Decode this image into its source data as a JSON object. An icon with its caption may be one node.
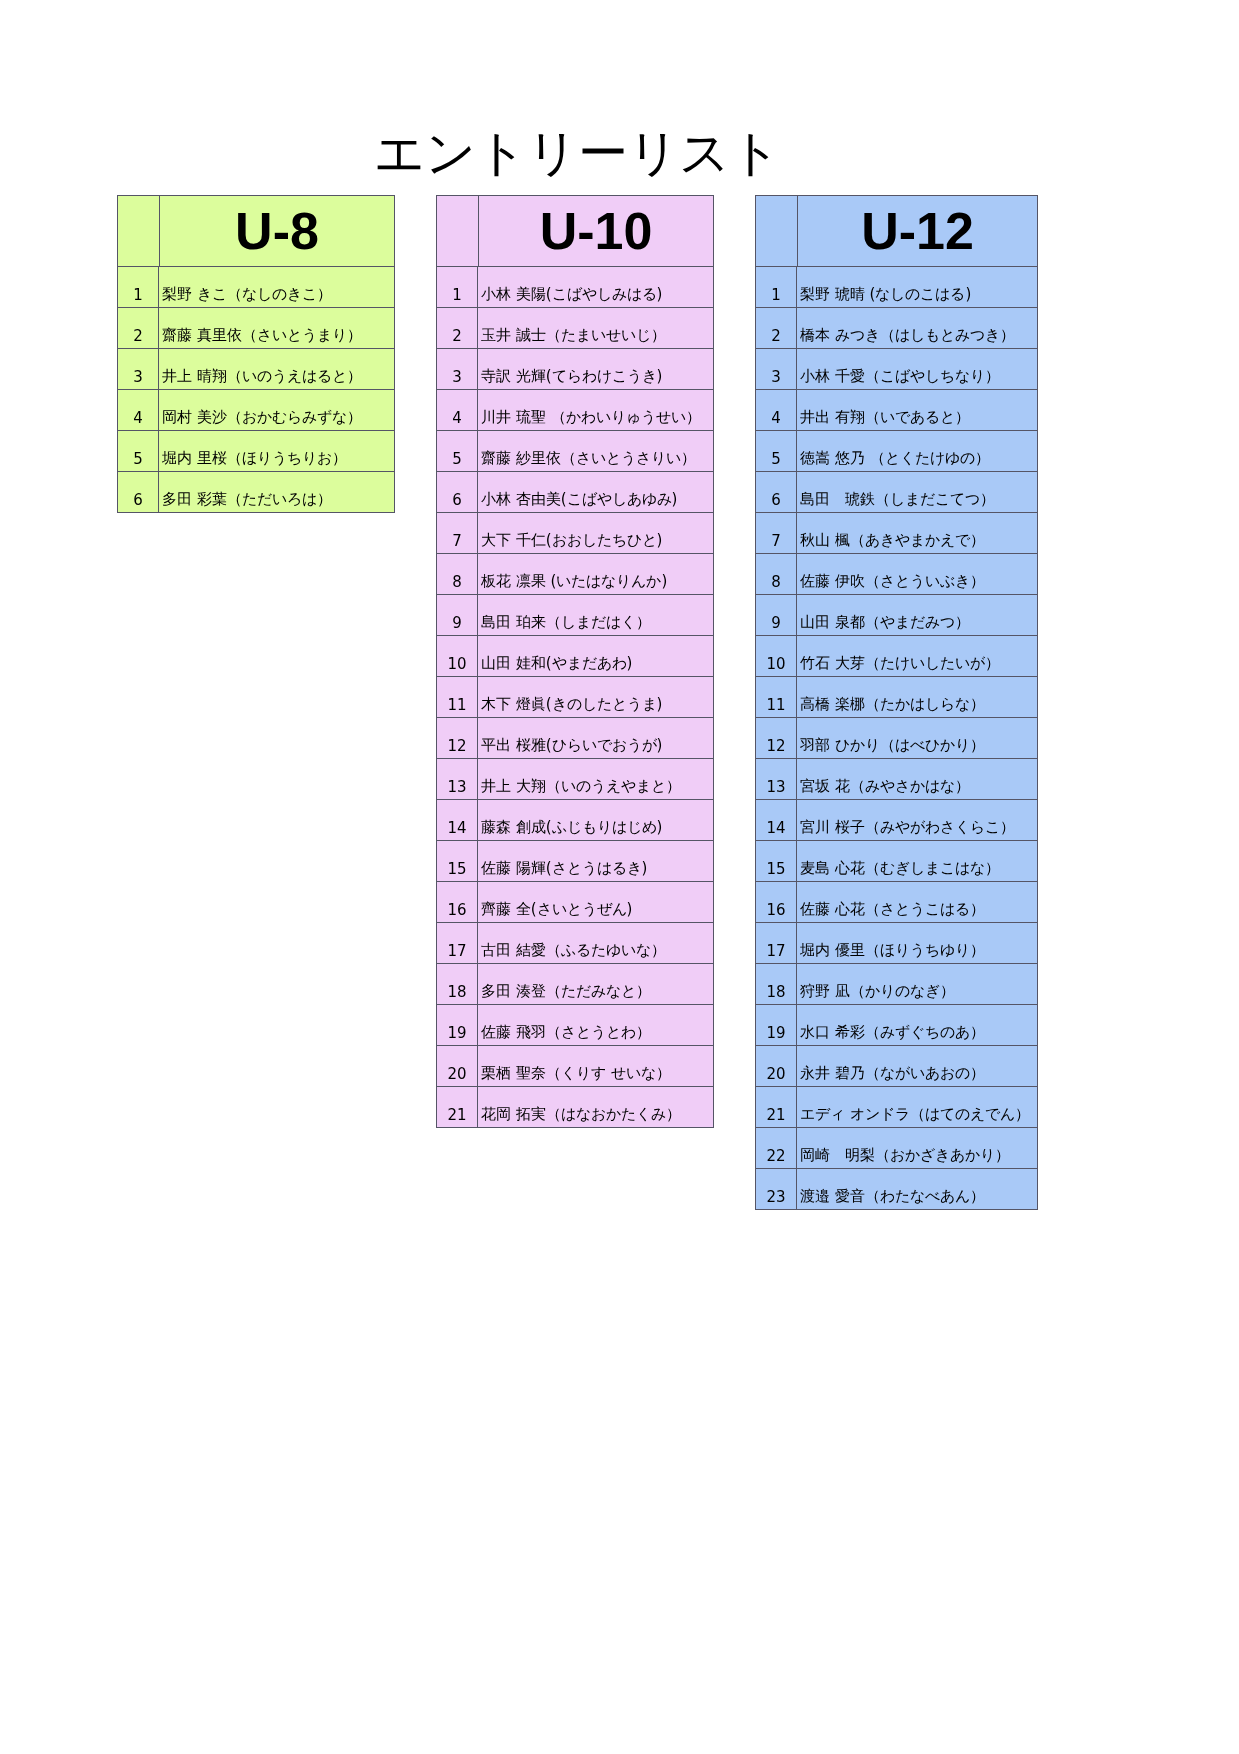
{
  "diagram": {
    "title": "エントリーリスト",
    "nodes": [
      {
        "text": [
          "U-8"
        ]
      },
      {
        "text": [
          "1",
          "梨野 きこ（なしのきこ）"
        ],
        "in": 0
      },
      {
        "text": [
          "2",
          "齋藤 真里依（さいとうまり）"
        ],
        "in": 0
      },
      {
        "text": [
          "3",
          "井上 晴翔（いのうえはると）"
        ],
        "in": 0
      },
      {
        "text": [
          "4",
          "岡村 美沙（おかむらみずな）"
        ],
        "in": 0
      },
      {
        "text": [
          "5",
          "堀内 里桜（ほりうちりお）"
        ],
        "in": 0
      },
      {
        "text": [
          "6",
          "多田 彩葉（ただいろは）"
        ],
        "in": 0
      },
      {
        "text": [
          "U-10"
        ]
      },
      {
        "text": [
          "1",
          "小林 美陽(こばやしみはる)"
        ],
        "in": 7
      },
      {
        "text": [
          "2",
          "玉井 誠士（たまいせいじ）"
        ],
        "in": 7
      },
      {
        "text": [
          "3",
          "寺訳 光輝(てらわけこうき)"
        ],
        "in": 7
      },
      {
        "text": [
          "4",
          "川井 琉聖 （かわいりゅうせい）"
        ],
        "in": 7
      },
      {
        "text": [
          "5",
          "齋藤 紗里依（さいとうさりい）"
        ],
        "in": 7
      },
      {
        "text": [
          "6",
          "小林 杏由美(こばやしあゆみ)"
        ],
        "in": 7
      },
      {
        "text": [
          "7",
          "大下 千仁(おおしたちひと)"
        ],
        "in": 7
      },
      {
        "text": [
          "8",
          "板花 凛果 (いたはなりんか)"
        ],
        "in": 7
      },
      {
        "text": [
          "9",
          "島田 珀来（しまだはく）"
        ],
        "in": 7
      },
      {
        "text": [
          "10",
          "山田 娃和(やまだあわ)"
        ],
        "in": 7
      },
      {
        "text": [
          "11",
          "木下 燈眞(きのしたとうま)"
        ],
        "in": 7
      },
      {
        "text": [
          "12",
          "平出 桜雅(ひらいでおうが)"
        ],
        "in": 7
      },
      {
        "text": [
          "13",
          "井上 大翔（いのうえやまと）"
        ],
        "in": 7
      },
      {
        "text": [
          "14",
          "藤森 創成(ふじもりはじめ)"
        ],
        "in": 7
      },
      {
        "text": [
          "15",
          "佐藤 陽輝(さとうはるき)"
        ],
        "in": 7
      },
      {
        "text": [
          "16",
          "齊藤 全(さいとうぜん)"
        ],
        "in": 7
      },
      {
        "text": [
          "17",
          "古田 結愛（ふるたゆいな）"
        ],
        "in": 7
      },
      {
        "text": [
          "18",
          "多田 湊登（ただみなと）"
        ],
        "in": 7
      },
      {
        "text": [
          "19",
          "佐藤 飛羽（さとうとわ）"
        ],
        "in": 7
      },
      {
        "text": [
          "20",
          "栗栖 聖奈（くりす せいな）"
        ],
        "in": 7
      },
      {
        "text": [
          "21",
          "花岡 拓実（はなおかたくみ）"
        ],
        "in": 7
      },
      {
        "text": [
          "U-12"
        ]
      },
      {
        "text": [
          "1",
          "梨野 琥晴 (なしのこはる)"
        ],
        "in": 29
      },
      {
        "text": [
          "2",
          "橋本 みつき（はしもとみつき）"
        ],
        "in": 29
      },
      {
        "text": [
          "3",
          "小林 千愛（こばやしちなり）"
        ],
        "in": 29
      },
      {
        "text": [
          "4",
          "井出 有翔（いであると）"
        ],
        "in": 29
      },
      {
        "text": [
          "5",
          "徳嵩 悠乃 （とくたけゆの）"
        ],
        "in": 29
      },
      {
        "text": [
          "6",
          "島田　琥鉄（しまだこてつ）"
        ],
        "in": 29
      },
      {
        "text": [
          "7",
          "秋山 楓（あきやまかえで）"
        ],
        "in": 29
      },
      {
        "text": [
          "8",
          "佐藤 伊吹（さとういぶき）"
        ],
        "in": 29
      },
      {
        "text": [
          "9",
          "山田 泉都（やまだみつ）"
        ],
        "in": 29
      },
      {
        "text": [
          "10",
          "竹石 大芽（たけいしたいが）"
        ],
        "in": 29
      },
      {
        "text": [
          "11",
          "高橋 楽梛（たかはしらな）"
        ],
        "in": 29
      },
      {
        "text": [
          "12",
          "羽部 ひかり（はべひかり）"
        ],
        "in": 29
      },
      {
        "text": [
          "13",
          "宮坂 花（みやさかはな）"
        ],
        "in": 29
      },
      {
        "text": [
          "14",
          "宮川 桜子（みやがわさくらこ）"
        ],
        "in": 29
      },
      {
        "text": [
          "15",
          "麦島 心花（むぎしまこはな）"
        ],
        "in": 29
      },
      {
        "text": [
          "16",
          "佐藤 心花（さとうこはる）"
        ],
        "in": 29
      },
      {
        "text": [
          "17",
          "堀内 優里（ほりうちゆり）"
        ],
        "in": 29
      },
      {
        "text": [
          "18",
          "狩野 凪（かりのなぎ）"
        ],
        "in": 29
      },
      {
        "text": [
          "19",
          "水口 希彩（みずぐちのあ）"
        ],
        "in": 29
      },
      {
        "text": [
          "20",
          "永井 碧乃（ながいあおの）"
        ],
        "in": 29
      },
      {
        "text": [
          "21",
          "エディ オンドラ（はてのえでん）"
        ],
        "in": 29
      },
      {
        "text": [
          "22",
          "岡崎　明梨（おかざきあかり）"
        ],
        "in": 29
      },
      {
        "text": [
          "23",
          "渡邉 愛音（わたなべあん）"
        ],
        "in": 29
      }
    ]
  }
}
